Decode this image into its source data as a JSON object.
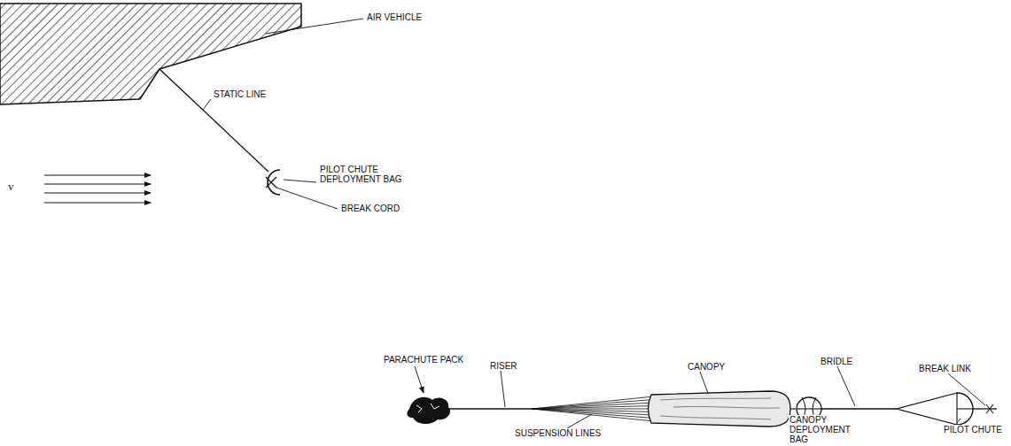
{
  "diagram": {
    "labels": [
      "AIR VEHICLE",
      "STATIC LINE",
      "PILOT CHUTE DEPLOYMENT BAG",
      "BREAK CORD",
      "v",
      "PARACHUTE PACK",
      "RISER",
      "CANOPY",
      "BRIDLE",
      "BREAK LINK",
      "SUSPENSION LINES",
      "CANOPY DEPLOYMENT BAG",
      "PILOT CHUTE"
    ]
  }
}
